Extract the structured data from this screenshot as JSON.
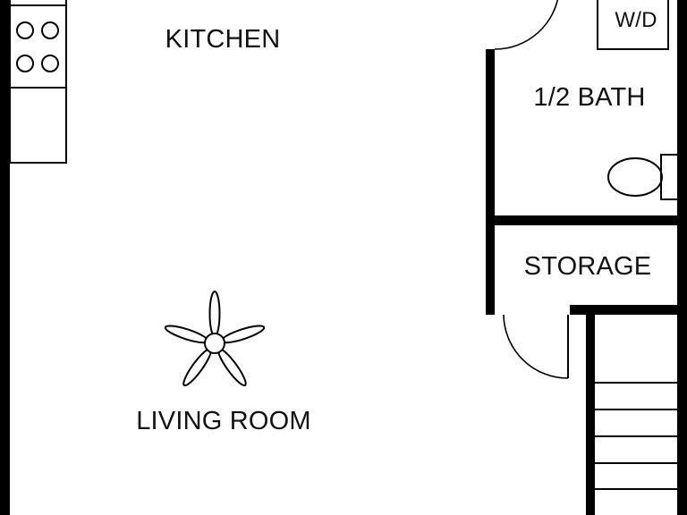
{
  "rooms": {
    "kitchen": "KITCHEN",
    "half_bath": "1/2 BATH",
    "storage": "STORAGE",
    "living_room": "LIVING ROOM"
  },
  "fixtures": {
    "washer_dryer": "W/D"
  },
  "icons": {
    "range": "stove-icon",
    "fan": "ceiling-fan-icon",
    "toilet": "toilet-icon",
    "stairs": "stairs-icon"
  },
  "colors": {
    "wall": "#000000",
    "background": "#ffffff"
  }
}
